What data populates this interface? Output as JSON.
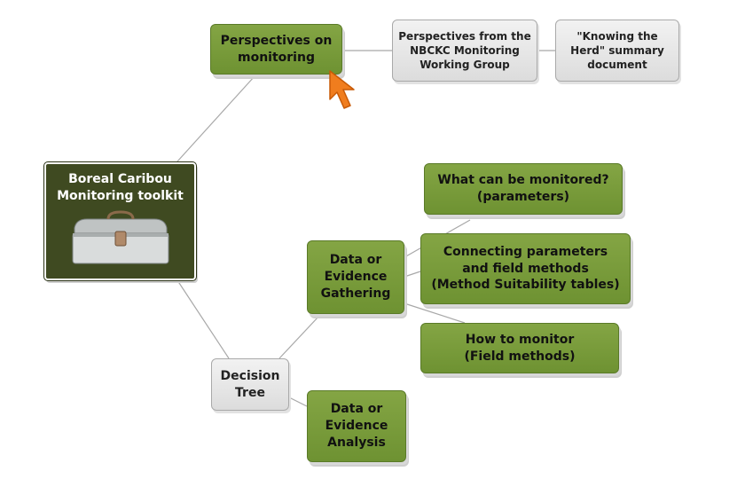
{
  "root": {
    "label": "Boreal Caribou\nMonitoring toolkit",
    "icon": "toolbox-icon"
  },
  "nodes": {
    "perspectives": "Perspectives on\nmonitoring",
    "nbckc": "Perspectives from the\nNBCKC Monitoring\nWorking Group",
    "knowing_herd": "\"Knowing the\nHerd\" summary\ndocument",
    "decision_tree": "Decision\nTree",
    "data_gathering": "Data or\nEvidence\nGathering",
    "data_analysis": "Data or\nEvidence\nAnalysis",
    "what_monitored": "What can be  monitored?\n(parameters)",
    "connecting": "Connecting parameters\nand field methods\n(Method Suitability tables)",
    "how_to": "How to monitor\n(Field methods)"
  },
  "cursor": {
    "icon": "pointer-cursor-icon",
    "color": "#f07d1e"
  },
  "colors": {
    "topic": "#78993a",
    "root": "#3f4a21",
    "grey": "#e6e6e6",
    "link": "#a8a8a8"
  }
}
